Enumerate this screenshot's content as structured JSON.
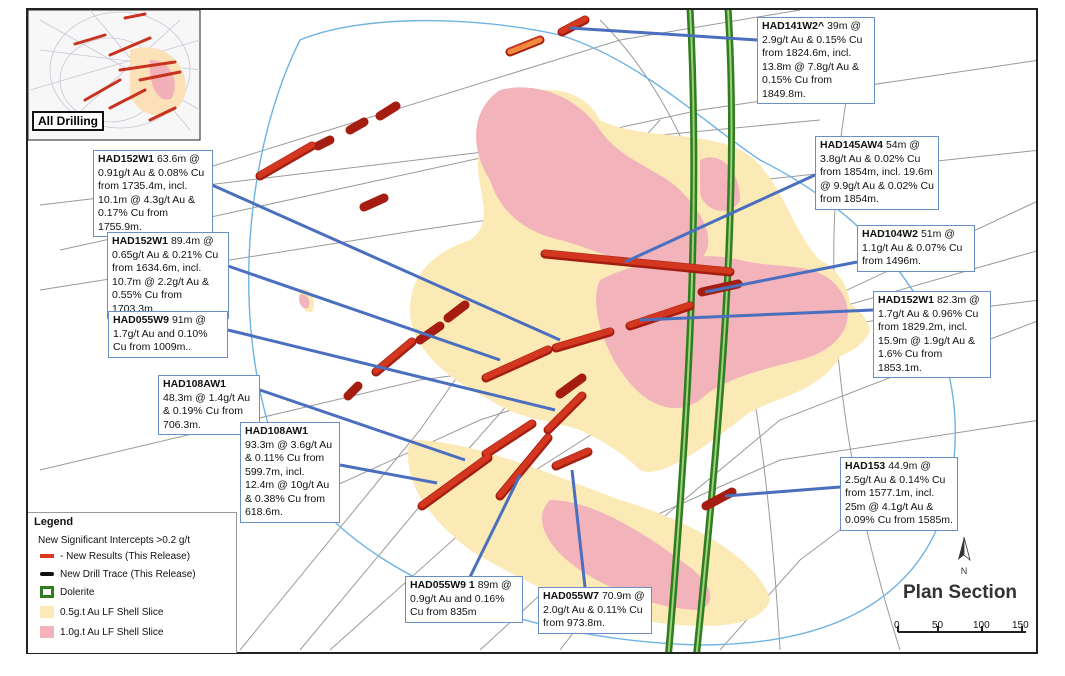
{
  "map": {
    "title": "Plan Section",
    "north_label": "N",
    "inset_label": "All Drilling",
    "scale_ticks": [
      "0",
      "50",
      "100",
      "150"
    ],
    "colors": {
      "shell_05": "#fbe8b0",
      "shell_10": "#f2b8bf",
      "dolerite": "#2e7d1e",
      "intercept": "#d0321e",
      "callout_line": "#4a6fbf",
      "drill_trace": "#999999",
      "outline": "#5aa3d8"
    }
  },
  "callouts": [
    {
      "id": "HAD141W2^",
      "text": " 39m @ 2.9g/t Au & 0.15% Cu from 1824.6m, incl. 13.8m @ 7.8g/t Au & 0.15% Cu from 1849.8m."
    },
    {
      "id": "HAD145AW4",
      "text": " 54m @ 3.8g/t Au & 0.02% Cu from 1854m, incl. 19.6m @ 9.9g/t Au & 0.02% Cu from 1854m."
    },
    {
      "id": "HAD104W2",
      "text": " 51m @ 1.1g/t Au & 0.07% Cu from 1496m."
    },
    {
      "id": "HAD152W1",
      "text": " 82.3m @ 1.7g/t Au & 0.96% Cu from 1829.2m, incl. 15.9m @ 1.9g/t Au & 1.6% Cu from 1853.1m."
    },
    {
      "id": "HAD153",
      "text": " 44.9m @ 2.5g/t Au & 0.14% Cu from 1577.1m, incl. 25m @ 4.1g/t Au & 0.09% Cu from 1585m."
    },
    {
      "id": "HAD152W1",
      "text": " 63.6m @ 0.91g/t Au & 0.08% Cu from 1735.4m, incl. 10.1m @ 4.3g/t Au & 0.17% Cu from 1755.9m."
    },
    {
      "id": "HAD152W1",
      "text": " 89.4m @ 0.65g/t Au & 0.21% Cu from 1634.6m, incl. 10.7m @ 2.2g/t Au & 0.55% Cu from 1703.3m."
    },
    {
      "id": "HAD055W9",
      "text": " 91m @ 1.7g/t Au and 0.10% Cu from 1009m.."
    },
    {
      "id": "HAD108AW1",
      "text": " 48.3m @ 1.4g/t Au & 0.19% Cu from 706.3m."
    },
    {
      "id": "HAD108AW1",
      "text": " 93.3m @ 3.6g/t Au & 0.11% Cu from 599.7m, incl. 12.4m @ 10g/t Au & 0.38% Cu from 618.6m."
    },
    {
      "id": "HAD055W9 1",
      "text": " 89m @ 0.9g/t Au and 0.16% Cu from 835m"
    },
    {
      "id": "HAD055W7",
      "text": " 70.9m @ 2.0g/t Au & 0.11% Cu from 973.8m."
    }
  ],
  "legend": {
    "title": "Legend",
    "items": [
      "New Significant Intercepts >0.2 g/t",
      "- New Results (This Release)",
      "New Drill Trace (This Release)",
      "Dolerite",
      "0.5g.t Au LF Shell Slice",
      "1.0g.t Au LF Shell Slice"
    ]
  }
}
